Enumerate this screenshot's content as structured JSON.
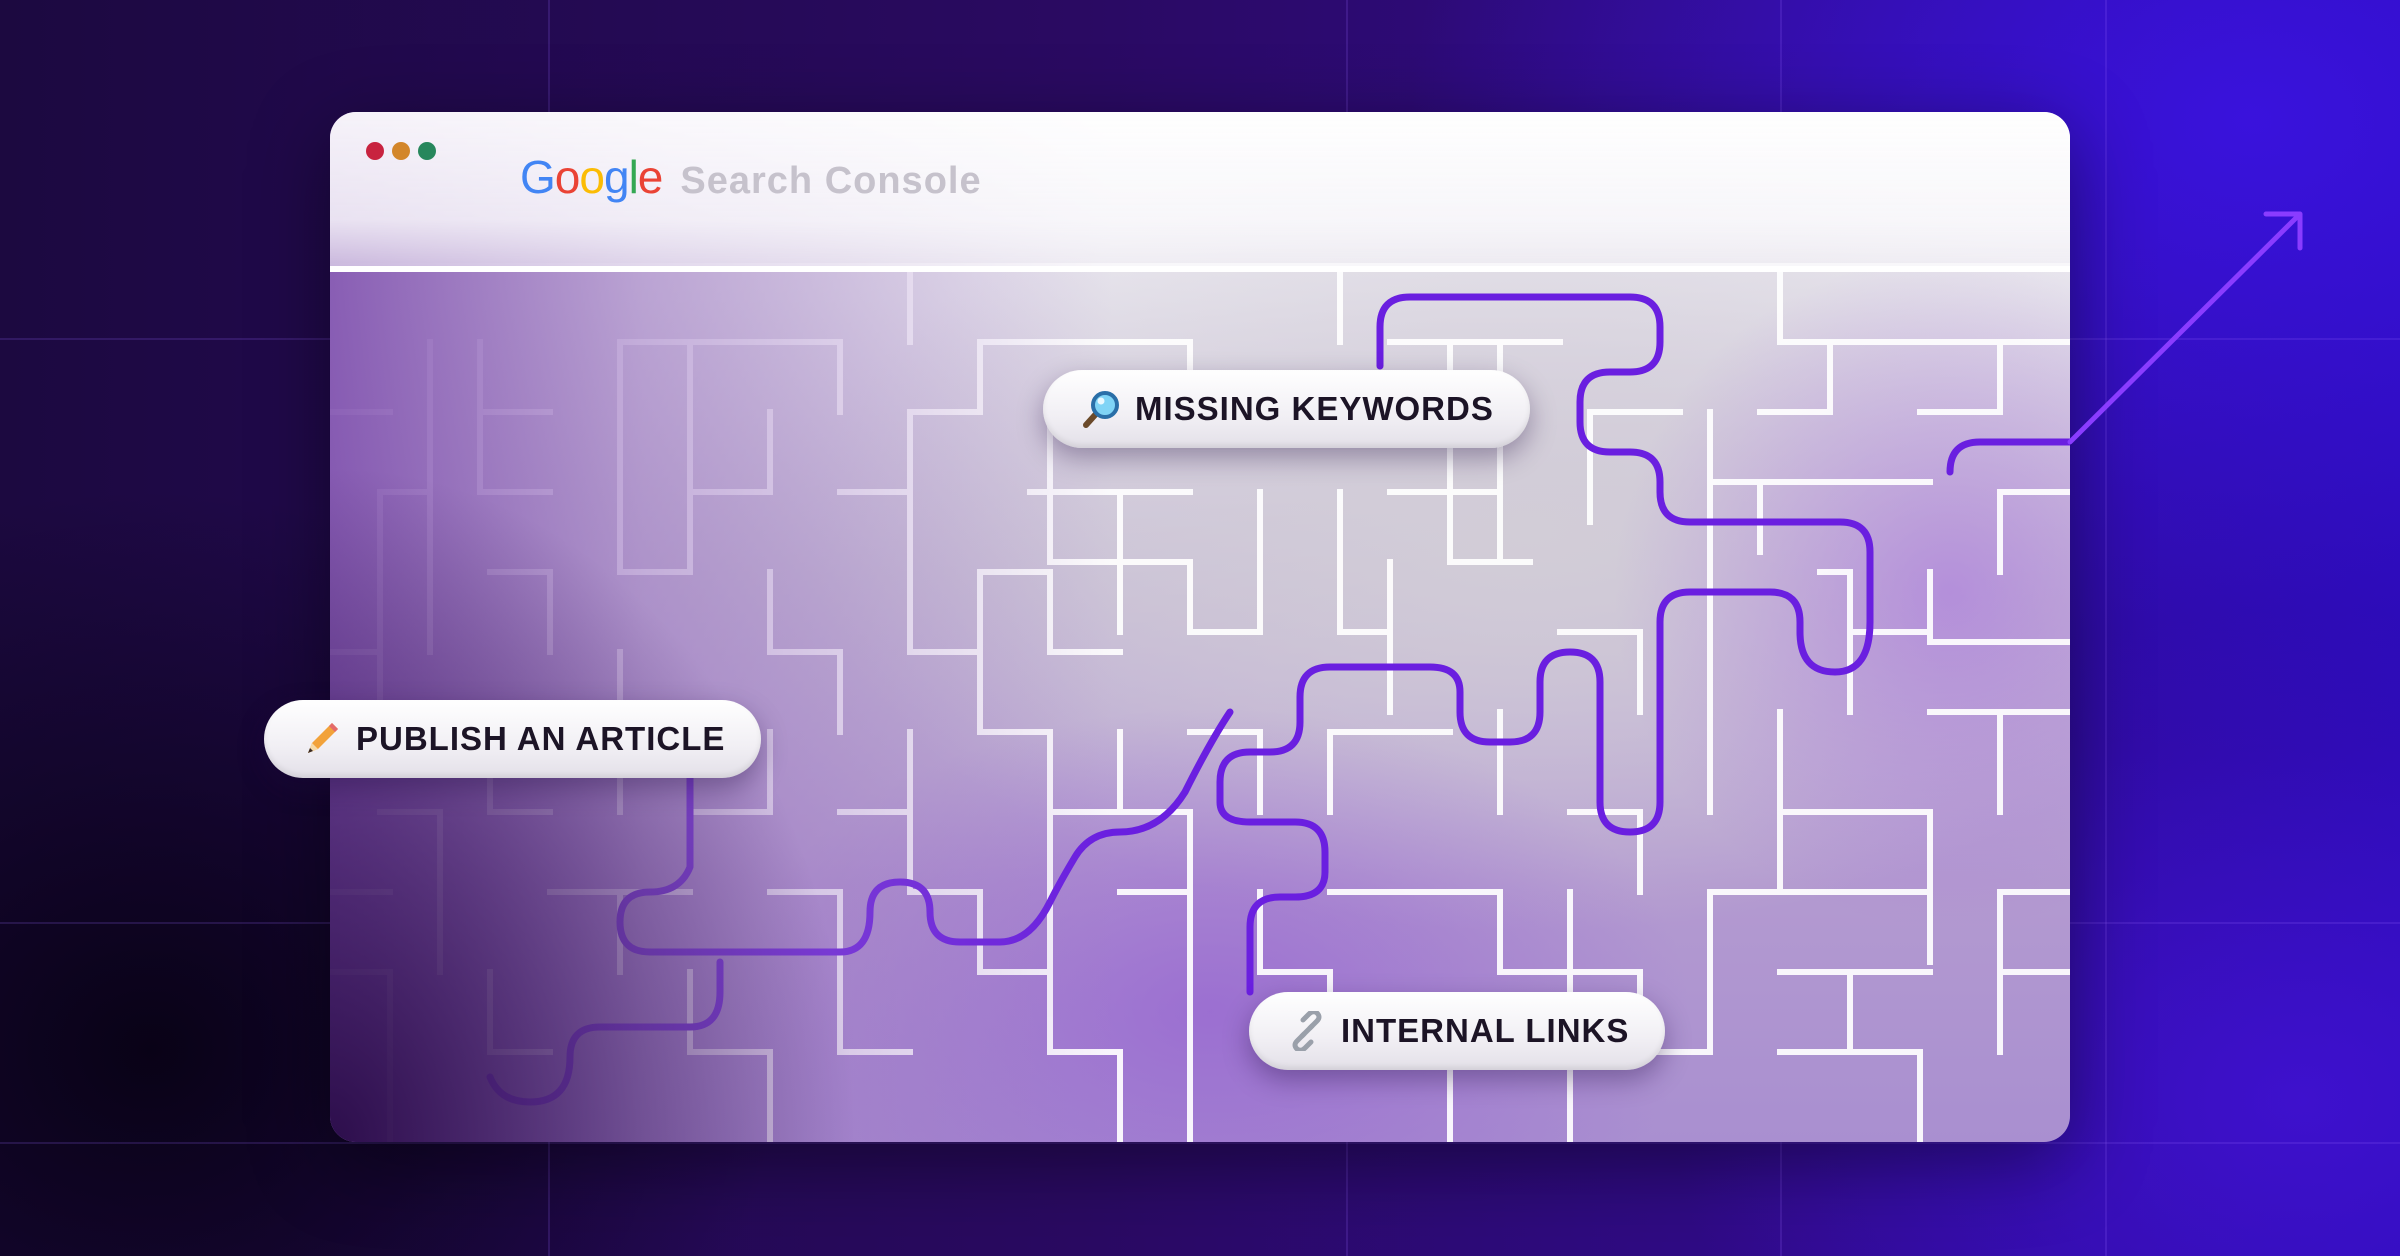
{
  "window": {
    "brand_google_letters": [
      "G",
      "o",
      "o",
      "g",
      "l",
      "e"
    ],
    "brand_google_colors": [
      "#4285F4",
      "#EA4335",
      "#FBBC05",
      "#4285F4",
      "#34A853",
      "#EA4335"
    ],
    "brand_product": "Search Console",
    "traffic_light_colors": [
      "#c8233f",
      "#d3862a",
      "#27875c"
    ]
  },
  "labels": {
    "missing_keywords": "MISSING KEYWORDS",
    "publish_article": "PUBLISH AN ARTICLE",
    "internal_links": "INTERNAL LINKS"
  },
  "icons": {
    "missing_keywords": "magnifying-glass-icon",
    "publish_article": "pencil-icon",
    "internal_links": "link-icon"
  },
  "colors": {
    "path": "#6a1fe0",
    "maze_wall": "#ffffff",
    "arrow": "#8a3cff"
  }
}
